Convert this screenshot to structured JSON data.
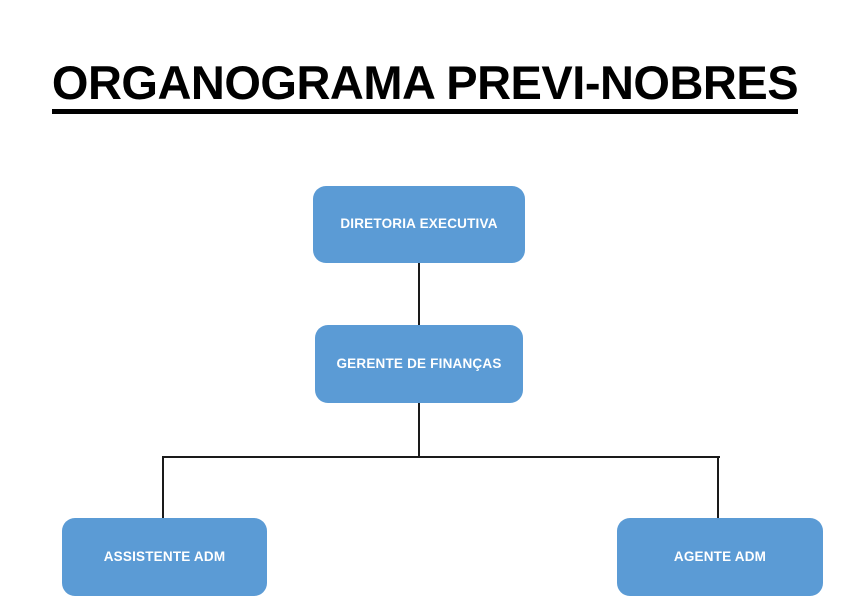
{
  "slide": {
    "title": "ORGANOGRAMA PREVI-NOBRES",
    "background_color": "#FFFFFF",
    "title_color": "#000000",
    "node_fill_color": "#5B9BD5",
    "node_text_color": "#FFFFFF",
    "connector_color": "#1A1A1A"
  },
  "org_chart": {
    "type": "organizational-chart",
    "nodes": [
      {
        "id": "diretoria",
        "label": "DIRETORIA EXECUTIVA",
        "level": 1
      },
      {
        "id": "gerente",
        "label": "GERENTE DE FINANÇAS",
        "level": 2
      },
      {
        "id": "assistente",
        "label": "ASSISTENTE ADM",
        "level": 3
      },
      {
        "id": "agente",
        "label": "AGENTE ADM",
        "level": 3
      }
    ],
    "edges": [
      {
        "from": "diretoria",
        "to": "gerente"
      },
      {
        "from": "gerente",
        "to": "assistente"
      },
      {
        "from": "gerente",
        "to": "agente"
      }
    ]
  }
}
